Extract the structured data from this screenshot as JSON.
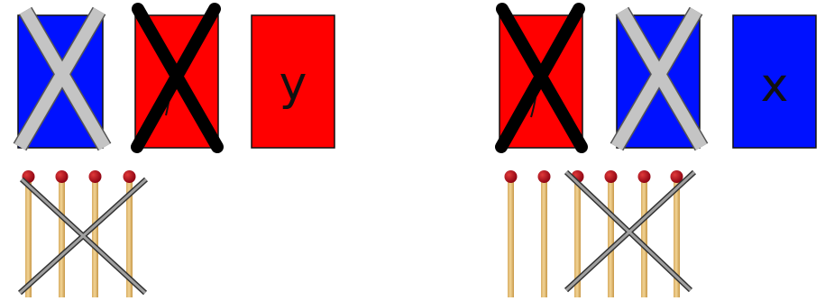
{
  "colors": {
    "blue": "#0011ff",
    "red": "#ff0000",
    "grey_cross": "#c4c4c4",
    "black_cross": "#000000",
    "match_stick": "#e8c27a",
    "match_head": "#b00012"
  },
  "left_group": {
    "cards": [
      {
        "color": "blue",
        "label": "",
        "crossed": true,
        "cross_color": "grey"
      },
      {
        "color": "red",
        "label": "",
        "crossed": true,
        "cross_color": "black"
      },
      {
        "color": "red",
        "label": "y",
        "crossed": false
      }
    ],
    "matches": {
      "count": 4,
      "crossed_count": 4
    }
  },
  "right_group": {
    "cards": [
      {
        "color": "red",
        "label": "",
        "crossed": true,
        "cross_color": "black"
      },
      {
        "color": "blue",
        "label": "",
        "crossed": true,
        "cross_color": "grey"
      },
      {
        "color": "blue",
        "label": "x",
        "crossed": false
      }
    ],
    "matches": {
      "count": 6,
      "crossed_count": 4
    }
  }
}
